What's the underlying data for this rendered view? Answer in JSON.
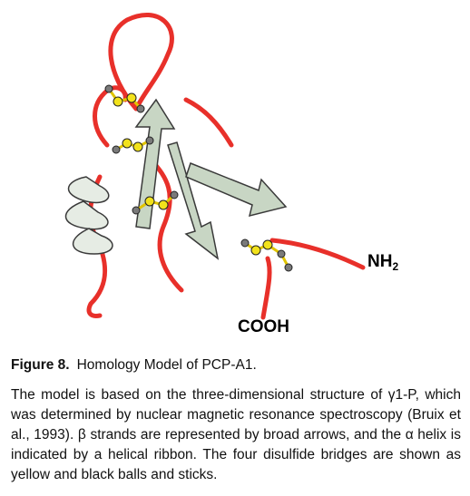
{
  "figure": {
    "label_nh": "NH",
    "label_nh_sub": "2",
    "label_cooh": "COOH",
    "colors": {
      "coil": "#e8302a",
      "strand_fill": "#c8d6c4",
      "strand_edge": "#3a3a3a",
      "helix_fill": "#e6ece4",
      "sulfur_ball": "#f2e21b",
      "carbon_ball": "#7a7a7a",
      "bond_stick": "#e0c400"
    }
  },
  "caption": {
    "label": "Figure 8.",
    "title": "Homology Model of PCP-A1.",
    "body": "The model is based on the three-dimensional structure of γ1-P, which was determined by nuclear magnetic resonance spectroscopy (Bruix et al., 1993). β strands are represented by broad arrows, and the α helix is indicated by a helical ribbon. The four disulfide bridges are shown as yellow and black balls and sticks."
  }
}
